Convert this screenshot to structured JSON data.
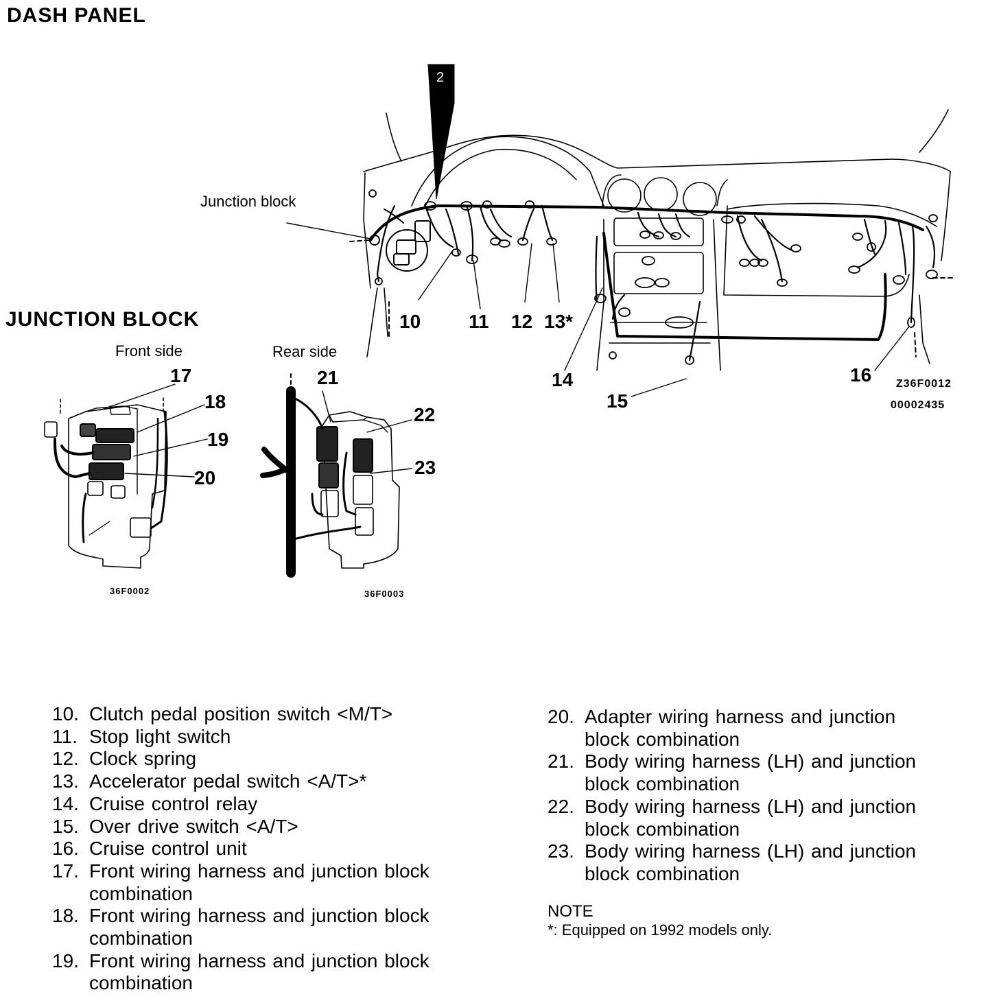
{
  "titles": {
    "dash_panel": "DASH PANEL",
    "junction_block": "JUNCTION BLOCK"
  },
  "labels": {
    "junction_block_pointer": "Junction block",
    "front_side": "Front side",
    "rear_side": "Rear side",
    "view_marker": "2"
  },
  "callouts": {
    "c10": "10",
    "c11": "11",
    "c12": "12",
    "c13": "13*",
    "c14": "14",
    "c15": "15",
    "c16": "16",
    "c17": "17",
    "c18": "18",
    "c19": "19",
    "c20": "20",
    "c21": "21",
    "c22": "22",
    "c23": "23"
  },
  "figure_codes": {
    "main_code": "Z36F0012",
    "main_number": "00002435",
    "front_code": "36F0002",
    "rear_code": "36F0003"
  },
  "legend_left": [
    {
      "num": "10.",
      "text": "Clutch pedal position switch <M/T>"
    },
    {
      "num": "11.",
      "text": "Stop light switch"
    },
    {
      "num": "12.",
      "text": "Clock spring"
    },
    {
      "num": "13.",
      "text": "Accelerator pedal switch <A/T>*"
    },
    {
      "num": "14.",
      "text": "Cruise control relay"
    },
    {
      "num": "15.",
      "text": "Over drive switch <A/T>"
    },
    {
      "num": "16.",
      "text": "Cruise control unit"
    },
    {
      "num": "17.",
      "text": "Front wiring harness and junction block",
      "text2": "combination"
    },
    {
      "num": "18.",
      "text": "Front wiring harness and junction block",
      "text2": "combination"
    },
    {
      "num": "19.",
      "text": "Front wiring harness and junction block",
      "text2": "combination"
    }
  ],
  "legend_right": [
    {
      "num": "20.",
      "text": "Adapter wiring harness and junction",
      "text2": "block combination"
    },
    {
      "num": "21.",
      "text": "Body wiring harness (LH) and junction",
      "text2": "block combination"
    },
    {
      "num": "22.",
      "text": "Body wiring harness (LH) and junction",
      "text2": "block combination"
    },
    {
      "num": "23.",
      "text": "Body wiring harness (LH) and junction",
      "text2": "block combination"
    }
  ],
  "note": {
    "heading": "NOTE",
    "body": "*: Equipped on 1992 models only."
  }
}
